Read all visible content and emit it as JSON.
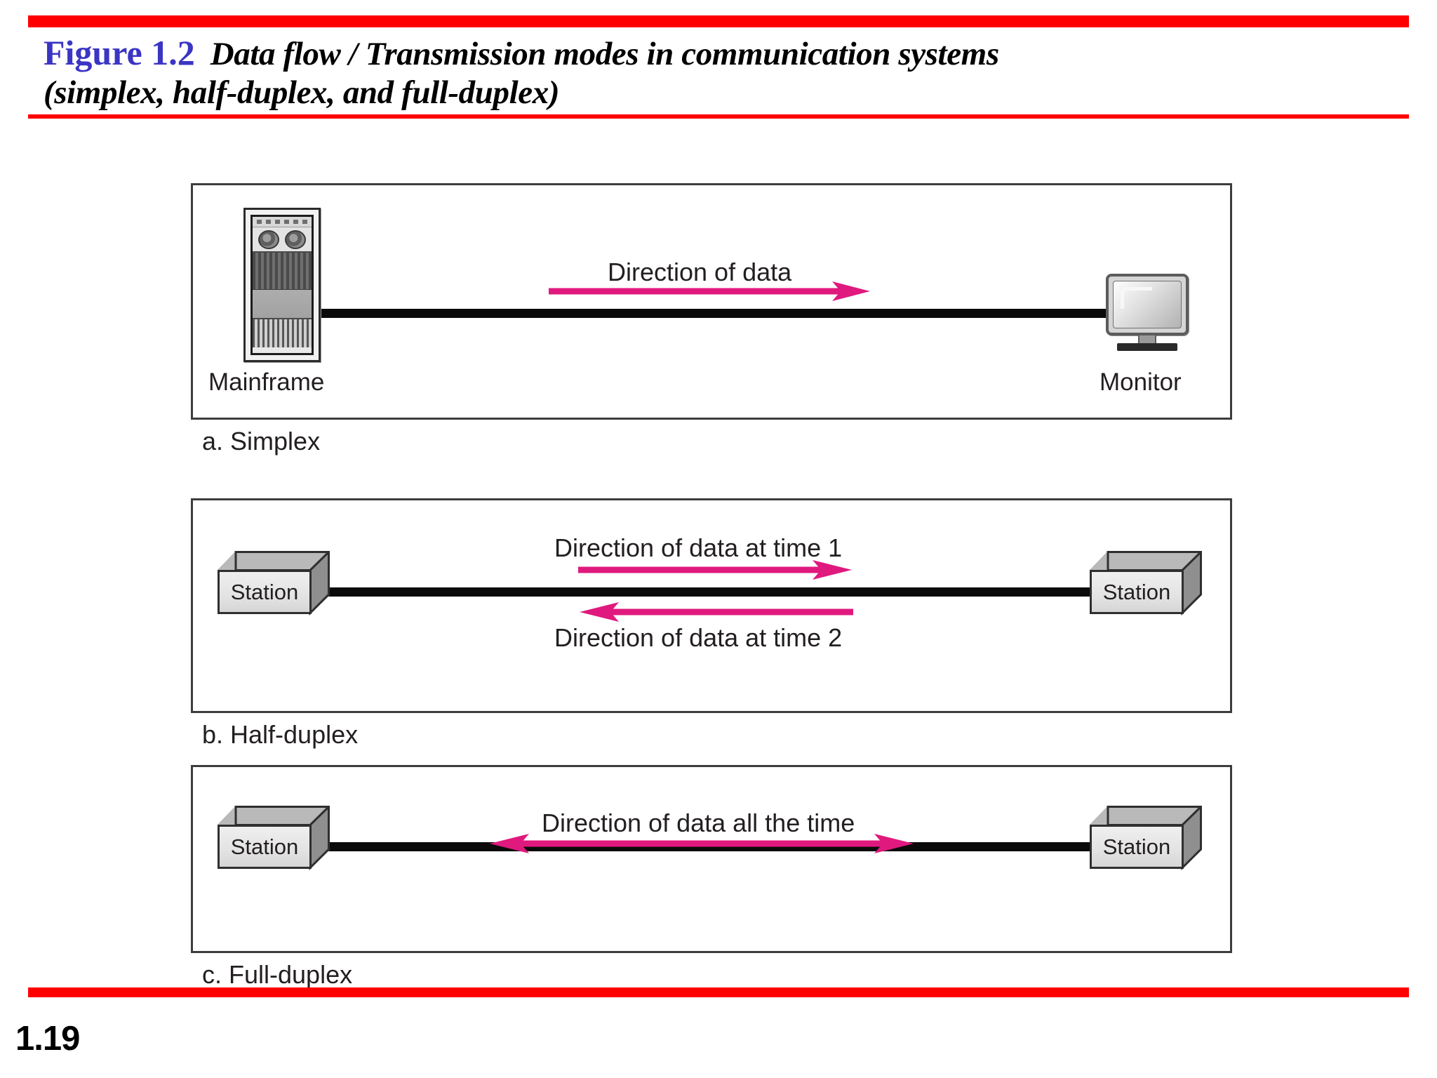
{
  "colors": {
    "rule_red": "#fe0000",
    "figure_label_blue": "#3b35c4",
    "arrow_magenta": "#e0197e",
    "cable_black": "#0a0a0a",
    "panel_border": "#3d3d3d"
  },
  "header": {
    "figure_label": "Figure 1.2",
    "title_line_1": "Data flow / Transmission modes in communication systems",
    "title_line_2": "(simplex, half-duplex, and full-duplex)"
  },
  "footer": {
    "page_number": "1.19"
  },
  "panels": [
    {
      "id": "simplex",
      "caption": "a. Simplex",
      "left_device": {
        "type": "mainframe-icon",
        "label": "Mainframe"
      },
      "right_device": {
        "type": "monitor-icon",
        "label": "Monitor"
      },
      "flows": [
        {
          "label": "Direction of data",
          "direction": "right"
        }
      ]
    },
    {
      "id": "half-duplex",
      "caption": "b. Half-duplex",
      "left_device": {
        "type": "station-box",
        "label": "Station"
      },
      "right_device": {
        "type": "station-box",
        "label": "Station"
      },
      "flows": [
        {
          "label": "Direction of data at time 1",
          "direction": "right"
        },
        {
          "label": "Direction of data at time 2",
          "direction": "left"
        }
      ]
    },
    {
      "id": "full-duplex",
      "caption": "c. Full-duplex",
      "left_device": {
        "type": "station-box",
        "label": "Station"
      },
      "right_device": {
        "type": "station-box",
        "label": "Station"
      },
      "flows": [
        {
          "label": "Direction of data all the time",
          "direction": "both"
        }
      ]
    }
  ]
}
